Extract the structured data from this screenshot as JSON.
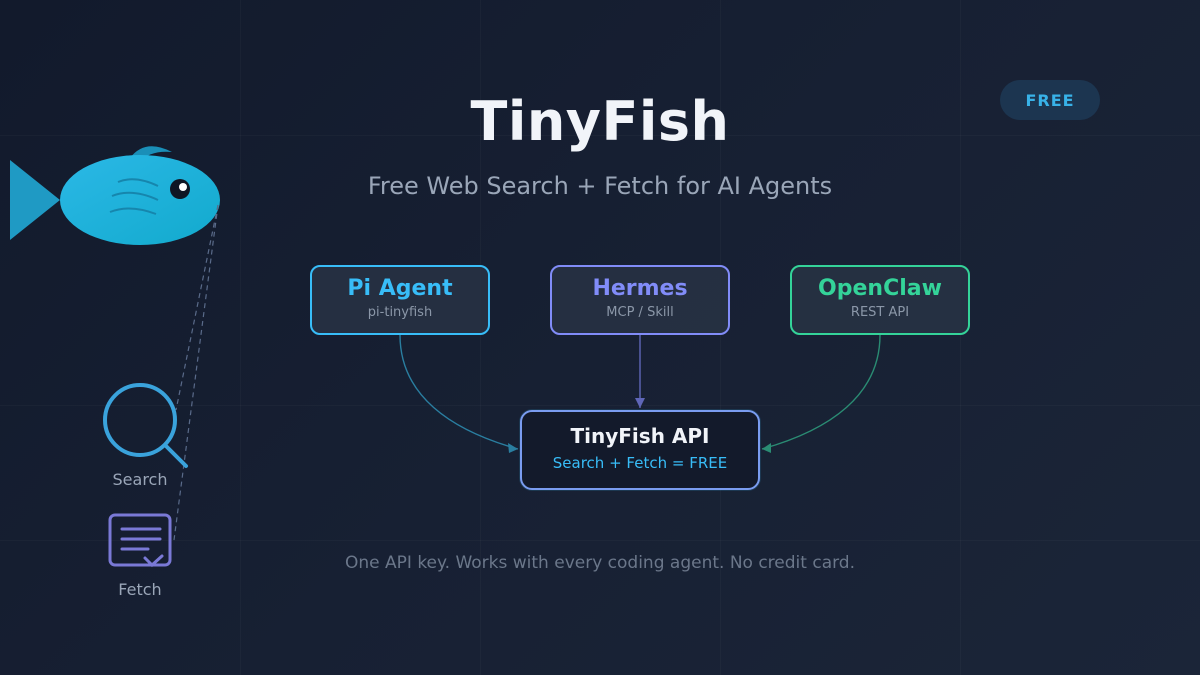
{
  "header": {
    "title": "TinyFish",
    "subtitle": "Free Web Search + Fetch for AI Agents",
    "badge": "FREE"
  },
  "agents": [
    {
      "name": "Pi Agent",
      "detail": "pi-tinyfish",
      "color": "#38bdf8"
    },
    {
      "name": "Hermes",
      "detail": "MCP / Skill",
      "color": "#818cf8"
    },
    {
      "name": "OpenClaw",
      "detail": "REST API",
      "color": "#34d399"
    }
  ],
  "api": {
    "name": "TinyFish API",
    "detail": "Search + Fetch = FREE"
  },
  "tools": [
    {
      "label": "Search",
      "icon": "magnifier-icon"
    },
    {
      "label": "Fetch",
      "icon": "document-icon"
    }
  ],
  "footer": "One API key. Works with every coding agent. No credit card.",
  "colors": {
    "background": "#172033",
    "fish": "#1fb5dc",
    "badge_bg": "#1c3550",
    "badge_text": "#38b2e8"
  }
}
